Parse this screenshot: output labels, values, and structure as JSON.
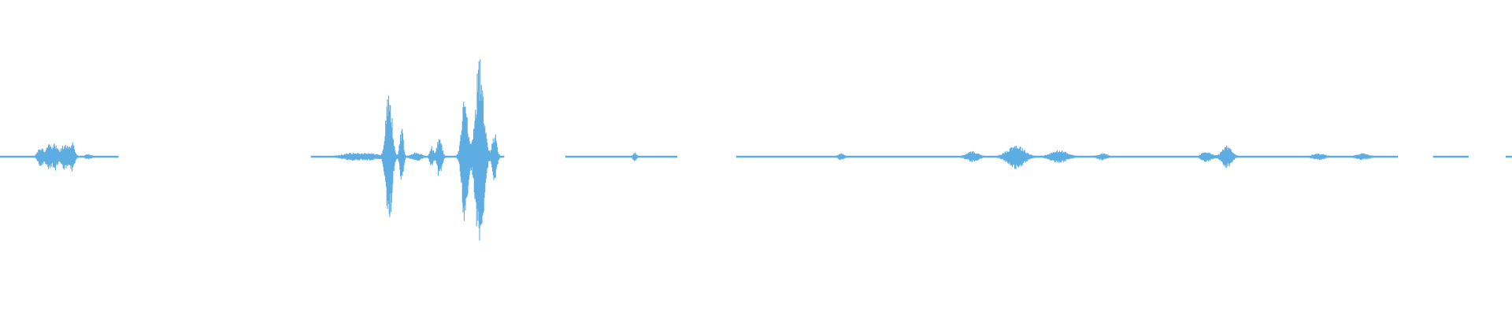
{
  "waveform": {
    "color": "#5DADE2",
    "background": "#FFFFFF",
    "duration_units": 1920,
    "segments": [
      {
        "start": 0,
        "end": 150,
        "peak": 0.14
      },
      {
        "start": 395,
        "end": 640,
        "peak": 1.0
      },
      {
        "start": 718,
        "end": 860,
        "peak": 0.05
      },
      {
        "start": 935,
        "end": 1775,
        "peak": 0.12
      },
      {
        "start": 1820,
        "end": 1865,
        "peak": 0.01
      },
      {
        "start": 1912,
        "end": 1920,
        "peak": 0.01
      }
    ],
    "bursts": [
      {
        "center": 52,
        "width": 5,
        "amp": 0.1
      },
      {
        "center": 62,
        "width": 4,
        "amp": 0.12
      },
      {
        "center": 70,
        "width": 4,
        "amp": 0.13
      },
      {
        "center": 82,
        "width": 6,
        "amp": 0.13
      },
      {
        "center": 92,
        "width": 4,
        "amp": 0.14
      },
      {
        "center": 112,
        "width": 6,
        "amp": 0.02
      },
      {
        "center": 445,
        "width": 16,
        "amp": 0.03
      },
      {
        "center": 470,
        "width": 16,
        "amp": 0.03
      },
      {
        "center": 494,
        "width": 5,
        "amp": 0.72
      },
      {
        "center": 510,
        "width": 3,
        "amp": 0.3
      },
      {
        "center": 529,
        "width": 8,
        "amp": 0.04
      },
      {
        "center": 548,
        "width": 3,
        "amp": 0.1
      },
      {
        "center": 558,
        "width": 4,
        "amp": 0.21
      },
      {
        "center": 590,
        "width": 5,
        "amp": 0.68
      },
      {
        "center": 609,
        "width": 7,
        "amp": 1.0
      },
      {
        "center": 628,
        "width": 4,
        "amp": 0.24
      },
      {
        "center": 806,
        "width": 3,
        "amp": 0.04
      },
      {
        "center": 1068,
        "width": 5,
        "amp": 0.03
      },
      {
        "center": 1235,
        "width": 10,
        "amp": 0.05
      },
      {
        "center": 1290,
        "width": 14,
        "amp": 0.12
      },
      {
        "center": 1345,
        "width": 14,
        "amp": 0.06
      },
      {
        "center": 1400,
        "width": 8,
        "amp": 0.03
      },
      {
        "center": 1532,
        "width": 8,
        "amp": 0.05
      },
      {
        "center": 1558,
        "width": 8,
        "amp": 0.11
      },
      {
        "center": 1675,
        "width": 10,
        "amp": 0.03
      },
      {
        "center": 1730,
        "width": 10,
        "amp": 0.03
      }
    ]
  }
}
